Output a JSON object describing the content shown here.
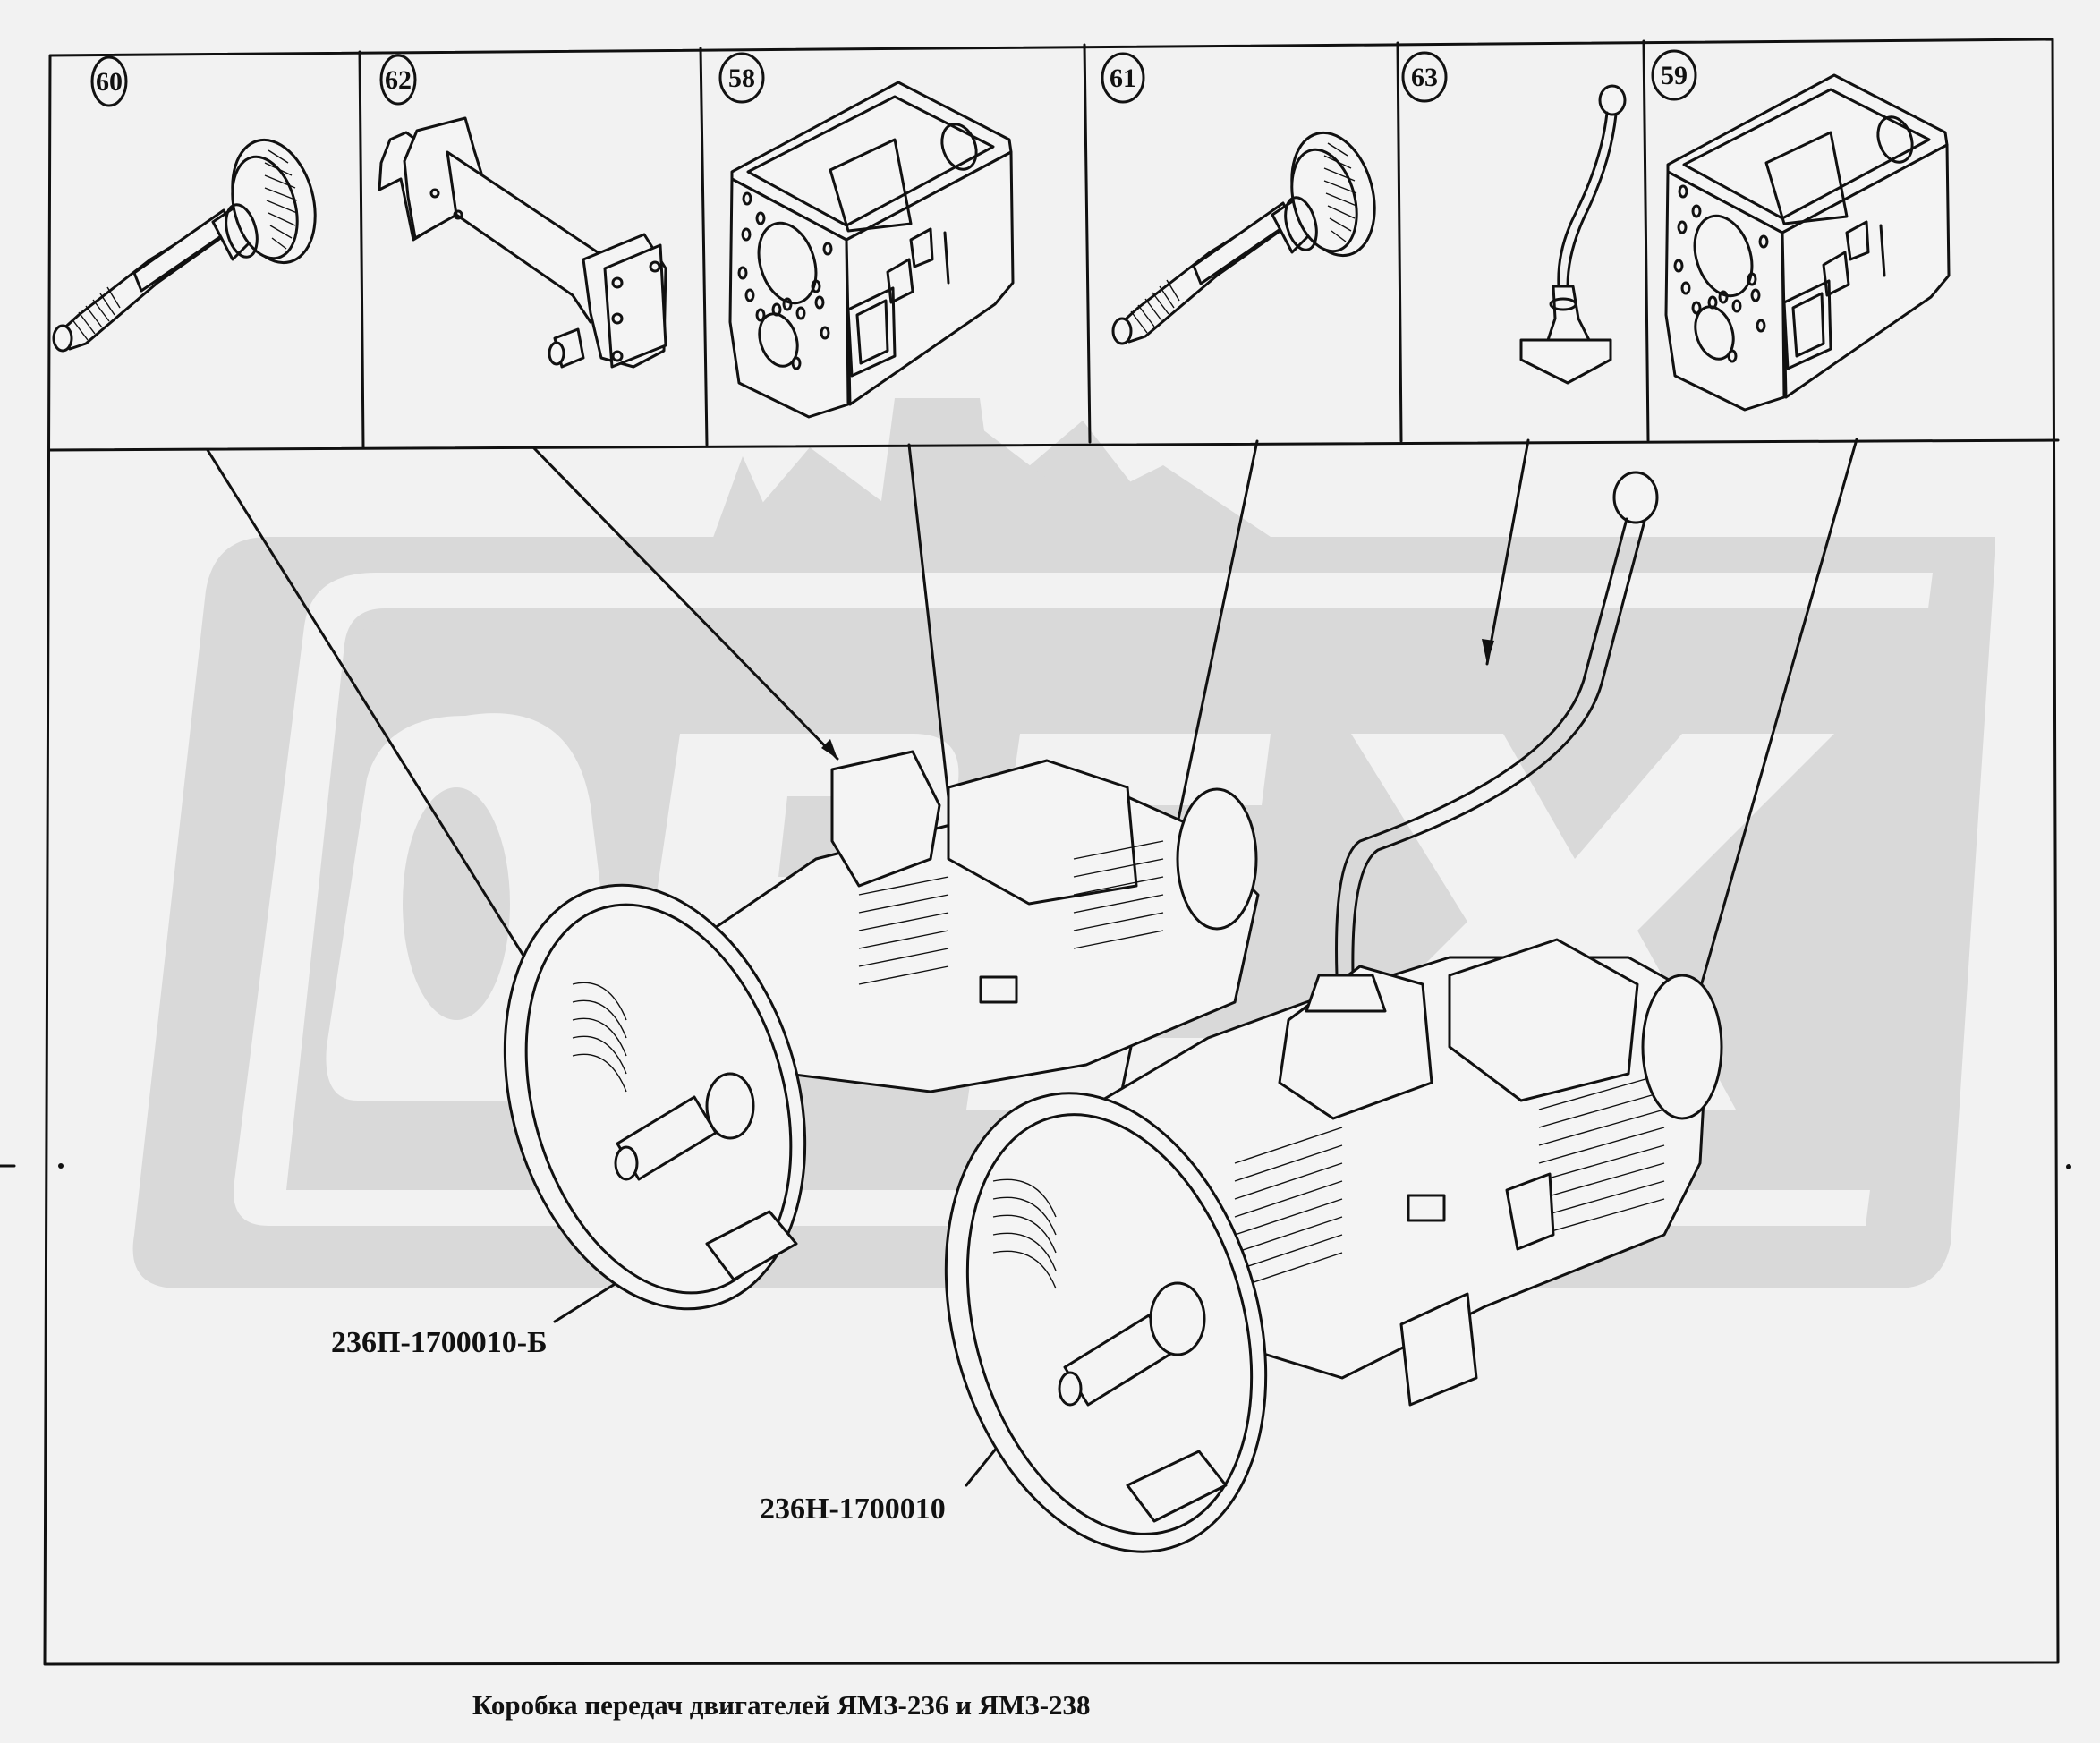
{
  "document": {
    "caption": "Коробка  передач двигателей ЯМЗ-236 и ЯМЗ-238",
    "watermark": "OPEX",
    "colors": {
      "ink": "#111111",
      "paper": "#f2f2f2",
      "watermark": "#d9d9d9"
    }
  },
  "parts_panels": [
    {
      "callout": "60",
      "part": "primary-shaft-with-gear"
    },
    {
      "callout": "62",
      "part": "shift-mechanism-housing"
    },
    {
      "callout": "58",
      "part": "gearbox-housing"
    },
    {
      "callout": "61",
      "part": "primary-shaft-with-gear"
    },
    {
      "callout": "63",
      "part": "gear-shift-lever"
    },
    {
      "callout": "59",
      "part": "gearbox-housing"
    }
  ],
  "assemblies": [
    {
      "label": "236П-1700010-Б"
    },
    {
      "label": "236Н-1700010"
    }
  ]
}
